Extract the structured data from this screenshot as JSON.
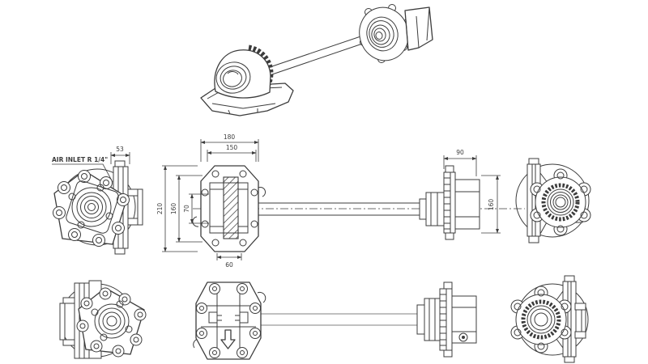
{
  "drawing": {
    "labels": {
      "air_inlet": "AIR INLET R 1/4\""
    },
    "dims": {
      "side_depth": "53",
      "flange_width": "180",
      "bolt_circle_width": "150",
      "flange_height": "210",
      "bolt_circle_height": "160",
      "hub_height": "70",
      "hub_width": "60",
      "output_width": "90",
      "output_height": "160"
    },
    "colors": {
      "line": "#3c3c3c",
      "shaft": "#9b9b9b",
      "bg": "#ffffff"
    }
  }
}
